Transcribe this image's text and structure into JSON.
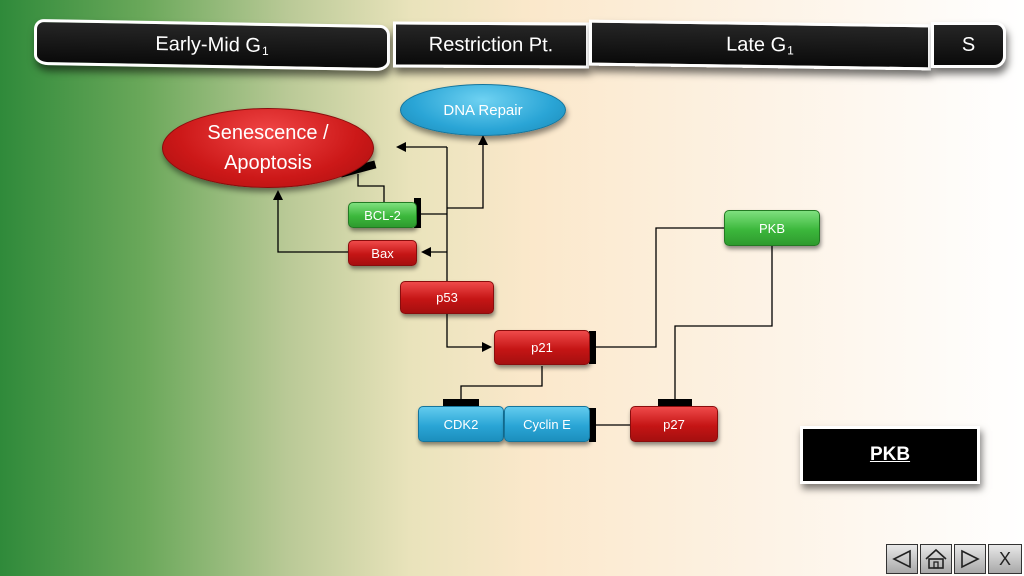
{
  "phases": {
    "early_mid": {
      "text": "Early-Mid G",
      "sub": "1"
    },
    "restriction": {
      "text": "Restriction Pt."
    },
    "late": {
      "text": "Late G",
      "sub": "1"
    },
    "s": {
      "text": "S"
    }
  },
  "outcomes": {
    "senescence": "Senescence /\nApoptosis",
    "dna_repair": "DNA Repair"
  },
  "nodes": {
    "bcl2": "BCL-2",
    "bax": "Bax",
    "p53": "p53",
    "p21": "p21",
    "pkb": "PKB",
    "cdk2": "CDK2",
    "cyclin_e": "Cyclin E",
    "p27": "p27"
  },
  "info_box": "PKB",
  "nav": {
    "close": "X"
  }
}
